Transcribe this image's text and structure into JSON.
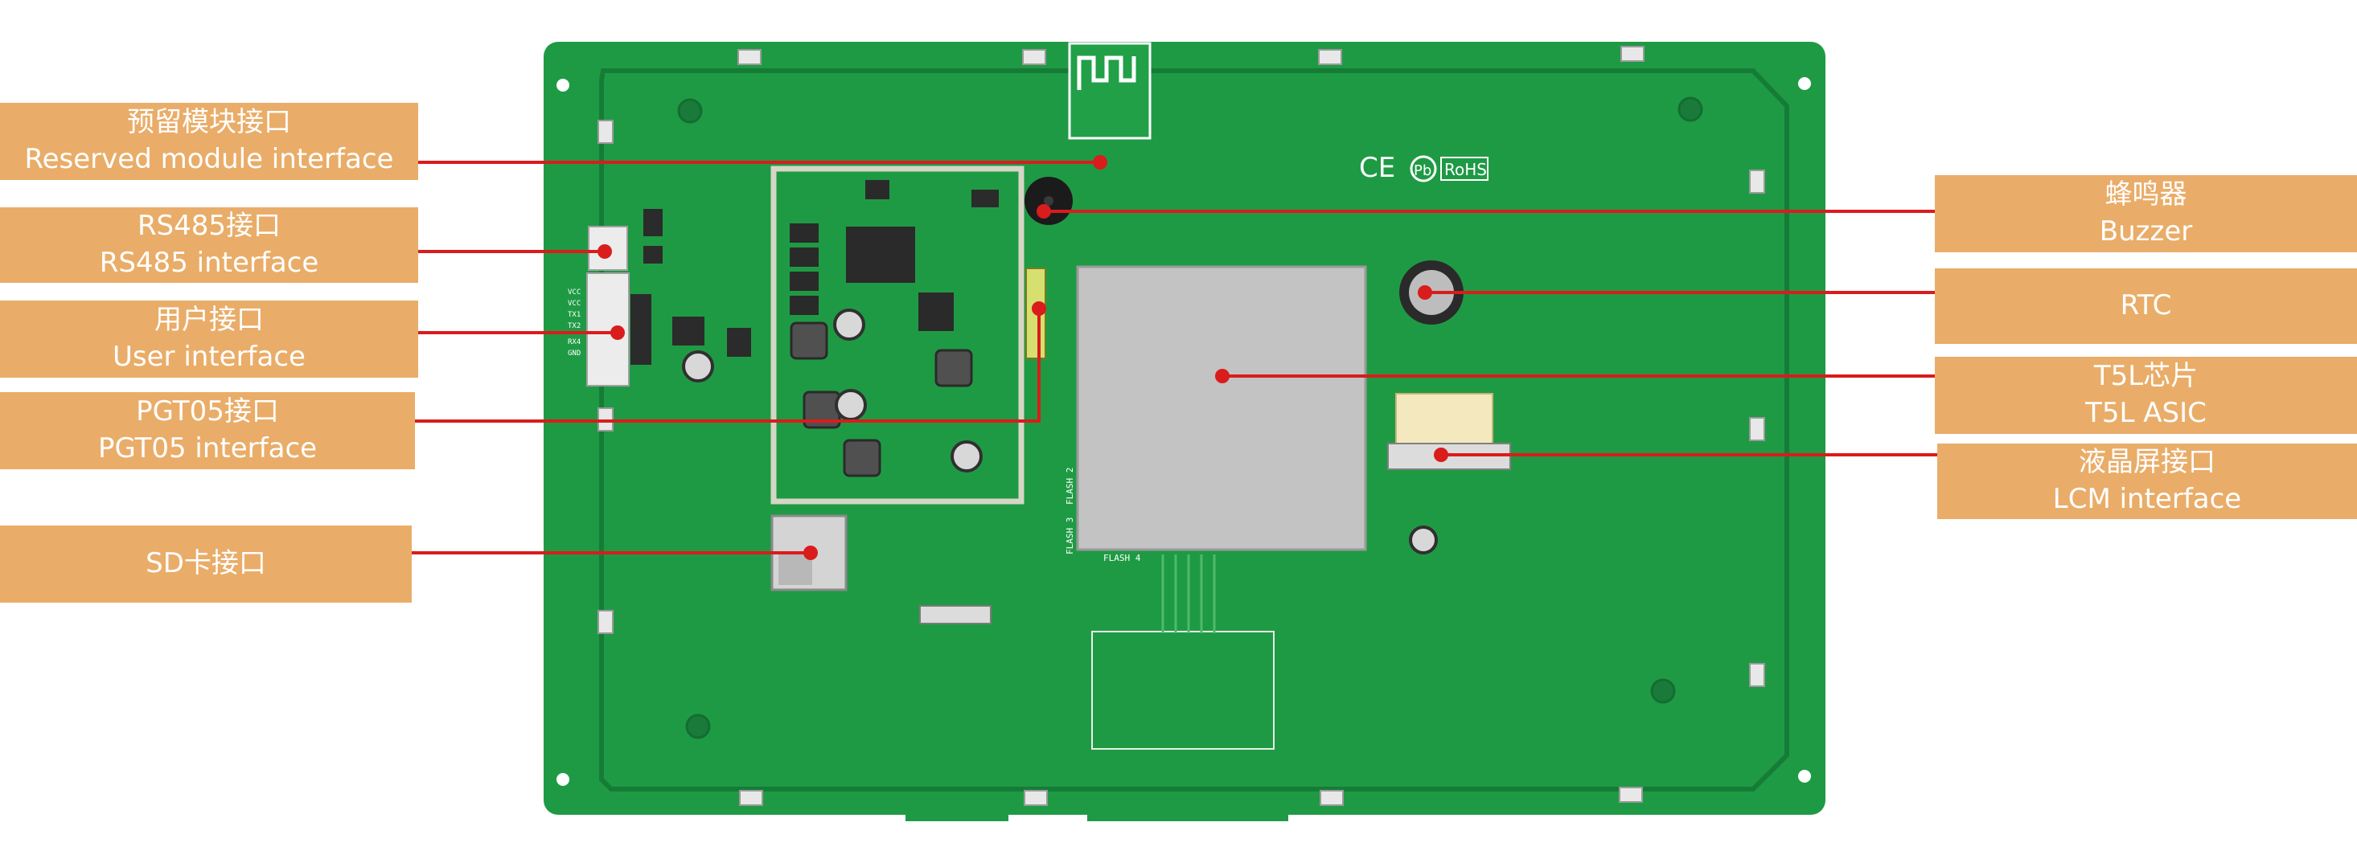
{
  "labels": {
    "reserved": {
      "zh": "预留模块接口",
      "en": "Reserved module interface"
    },
    "rs485": {
      "zh": "RS485接口",
      "en": "RS485 interface"
    },
    "user": {
      "zh": "用户接口",
      "en": "User interface"
    },
    "pgt05": {
      "zh": "PGT05接口",
      "en": "PGT05 interface"
    },
    "sd": {
      "zh": "SD卡接口"
    },
    "buzzer": {
      "zh": "蜂鸣器",
      "en": "Buzzer"
    },
    "rtc": {
      "en": "RTC"
    },
    "t5l": {
      "zh": "T5L芯片",
      "en": "T5L ASIC"
    },
    "lcm": {
      "zh": "液晶屏接口",
      "en": "LCM interface"
    }
  },
  "board_text": {
    "ce": "CE",
    "pb": "Pb",
    "rohs": "RoHS",
    "flash2": "FLASH 2",
    "flash3": "FLASH 3",
    "flash4": "FLASH 4",
    "vcc1": "VCC",
    "vcc2": "VCC",
    "tx1": "TX1",
    "tx2": "TX2",
    "rx4": "RX4",
    "gnd": "GND"
  },
  "colors": {
    "label_bg": "#e9ad69",
    "label_text": "#ffffff",
    "pcb": "#1f9a44",
    "pcb_dark": "#15803a",
    "leader": "#d91c1c",
    "chip": "#c3c3c3"
  }
}
